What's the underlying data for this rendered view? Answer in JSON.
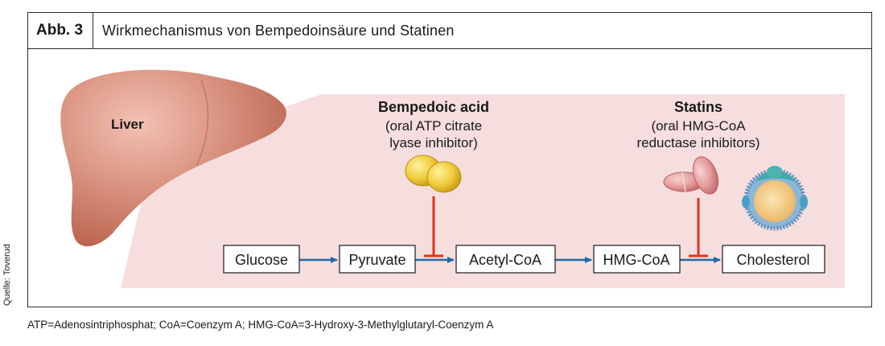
{
  "header": {
    "figure_label": "Abb. 3",
    "title": "Wirkmechanismus von Bempedoinsäure und Statinen"
  },
  "source_label": "Quelle: Toverud",
  "footnote": "ATP=Adenosintriphosphat; CoA=Coenzym A; HMG-CoA=3-Hydroxy-3-Methylglutaryl-Coenzym A",
  "diagram": {
    "organ_label": "Liver",
    "inhibitor_bempedoic": {
      "name": "Bempedoic acid",
      "desc_line1": "(oral ATP citrate",
      "desc_line2": "lyase inhibitor)"
    },
    "inhibitor_statins": {
      "name": "Statins",
      "desc_line1": "(oral HMG-CoA",
      "desc_line2": "reductase inhibitors)"
    },
    "pathway": [
      "Glucose",
      "Pyruvate",
      "Acetyl-CoA",
      "HMG-CoA",
      "Cholesterol"
    ]
  },
  "colors": {
    "panel_pink": "#f6dede",
    "liver": "#d98d7c",
    "arrow_blue": "#1f6aa6",
    "inhibit_red": "#e2331e",
    "pill_yellow": "#f2cf3c",
    "pill_pink": "#e59a9c"
  }
}
